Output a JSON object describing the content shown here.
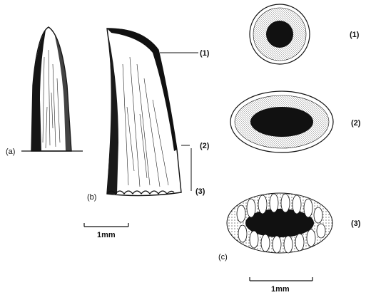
{
  "figure": {
    "labels": {
      "a": "(a)",
      "b": "(b)",
      "c": "(c)",
      "one": "(1)",
      "two": "(2)",
      "three": "(3)",
      "side_one": "(1)",
      "side_two": "(2)",
      "side_three": "(3)"
    },
    "scale_bars": [
      {
        "label": "1mm"
      },
      {
        "label": "1mm"
      }
    ],
    "colors": {
      "ink": "#111111",
      "paper": "#ffffff"
    }
  }
}
